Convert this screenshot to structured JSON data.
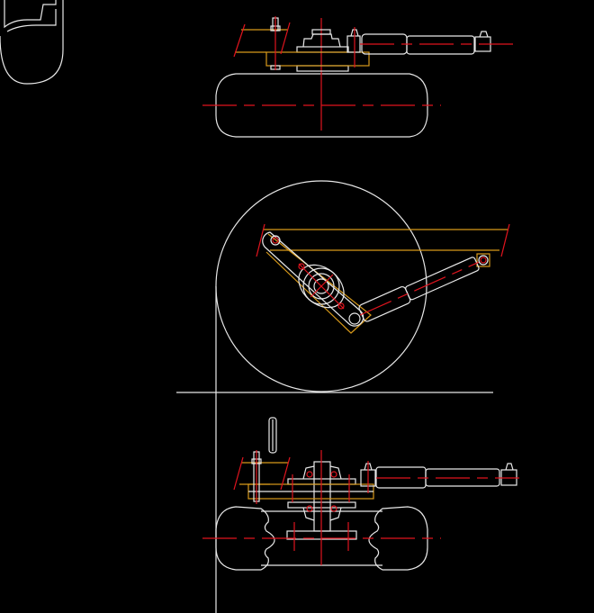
{
  "drawing": {
    "background_color": "#000000",
    "outline_color": "#e8e8e8",
    "centerline_color": "#e0141e",
    "linkage_color": "#d89a1a",
    "views": [
      "top-view",
      "side-view",
      "front-view"
    ]
  }
}
